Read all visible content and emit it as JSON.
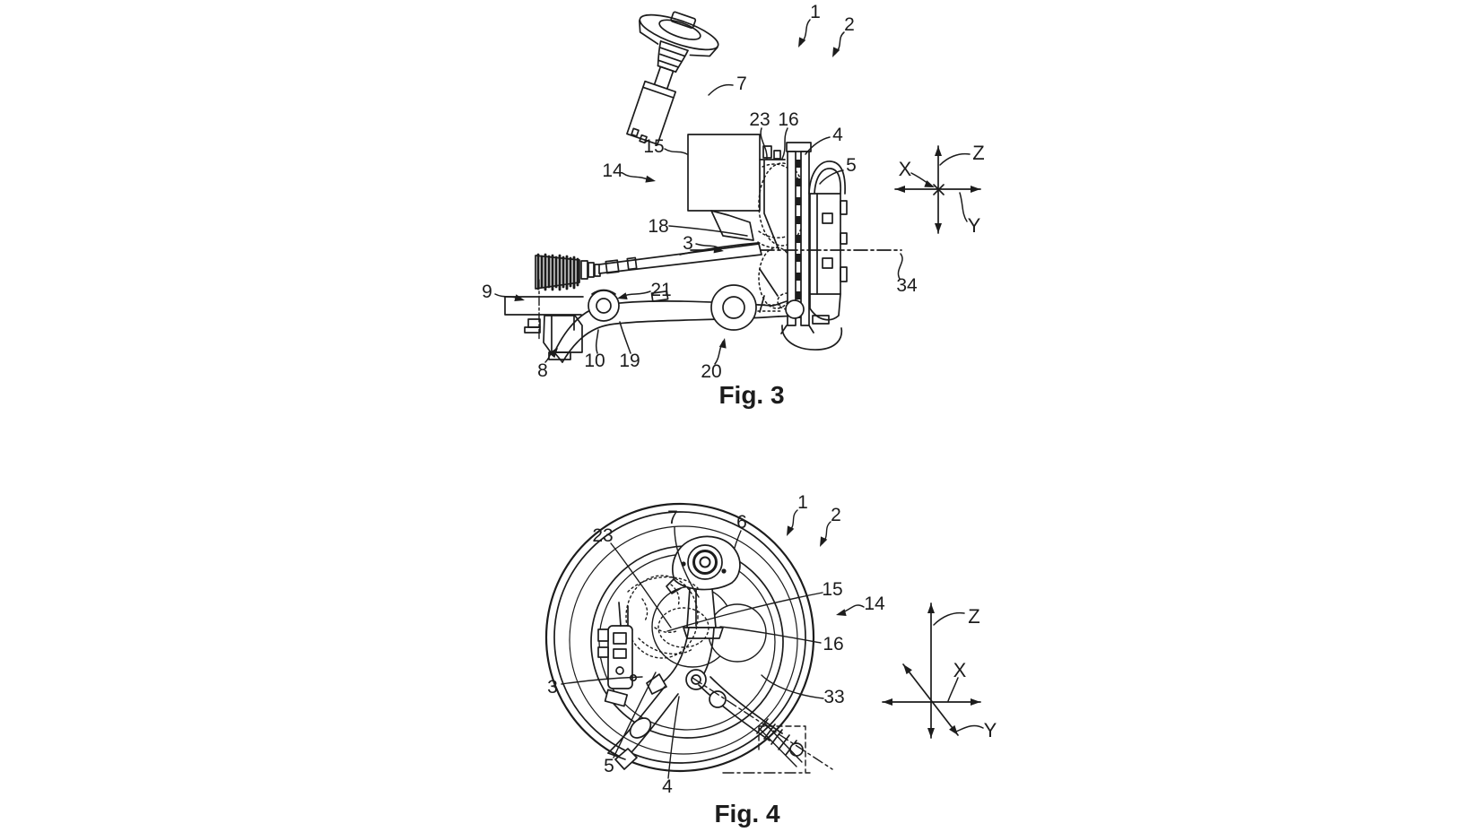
{
  "page": {
    "background": "#ffffff",
    "ink": "#1c1c1c"
  },
  "fig3": {
    "caption": "Fig. 3",
    "labels": {
      "l1": "1",
      "l2": "2",
      "l3": "3",
      "l4": "4",
      "l5": "5",
      "l7": "7",
      "l8": "8",
      "l9": "9",
      "l10": "10",
      "l14": "14",
      "l15": "15",
      "l16": "16",
      "l18": "18",
      "l19": "19",
      "l20": "20",
      "l21": "21",
      "l23": "23",
      "l34": "34"
    },
    "axes": {
      "x": "X",
      "y": "Y",
      "z": "Z"
    }
  },
  "fig4": {
    "caption": "Fig. 4",
    "labels": {
      "l1": "1",
      "l2": "2",
      "l3": "3",
      "l4": "4",
      "l5": "5",
      "l6": "6",
      "l7": "7",
      "l14": "14",
      "l15": "15",
      "l16": "16",
      "l23": "23",
      "l33": "33"
    },
    "axes": {
      "x": "X",
      "y": "Y",
      "z": "Z"
    }
  }
}
